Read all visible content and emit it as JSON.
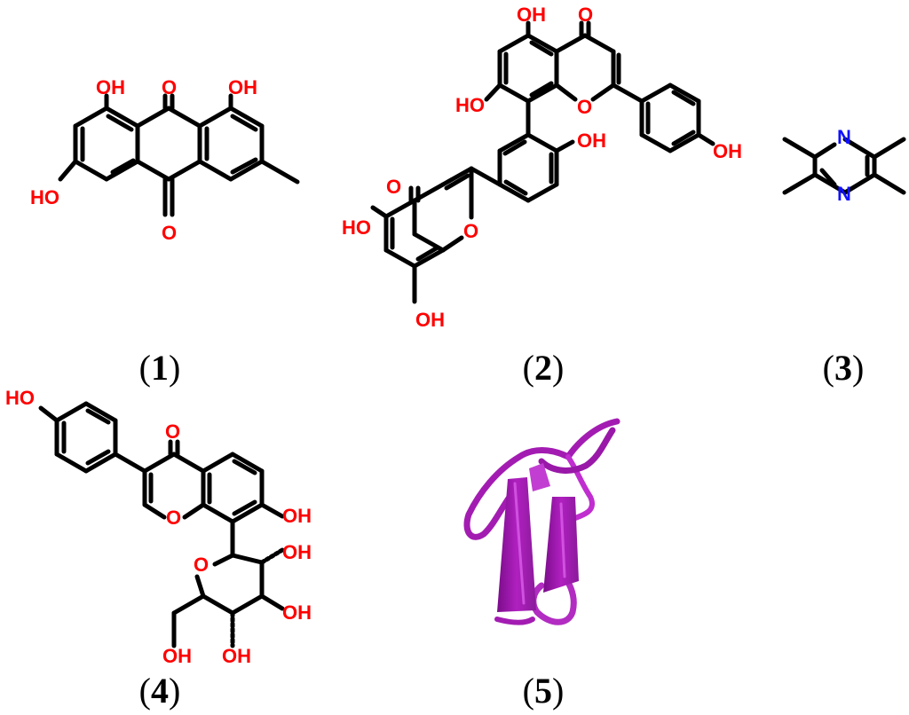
{
  "colors": {
    "bond": "#000000",
    "oxygen": "#ff0000",
    "nitrogen": "#1010ff",
    "protein": "#b020c0"
  },
  "captions": [
    "1",
    "2",
    "3",
    "4",
    "5"
  ],
  "labels": {
    "m1": {
      "oh_tl": "OH",
      "oh_tr": "OH",
      "oh_l": "HO",
      "o_top": "O",
      "o_bot": "O"
    },
    "m2": {
      "oh_top": "OH",
      "o_top": "O",
      "oh_l": "HO",
      "o_ring": "O",
      "oh_r": "OH",
      "oh_far": "OH",
      "o_lo": "O",
      "ho_lo": "HO",
      "o_ring2": "O",
      "oh_bot": "OH"
    },
    "m3": {
      "n1": "N",
      "n2": "N"
    },
    "m4": {
      "ho": "HO",
      "o_top": "O",
      "o_ring": "O",
      "oh_r": "OH",
      "o_sug": "O",
      "oh_1": "OH",
      "oh_2": "OH",
      "oh_3": "OH",
      "oh_4": "OH"
    }
  }
}
